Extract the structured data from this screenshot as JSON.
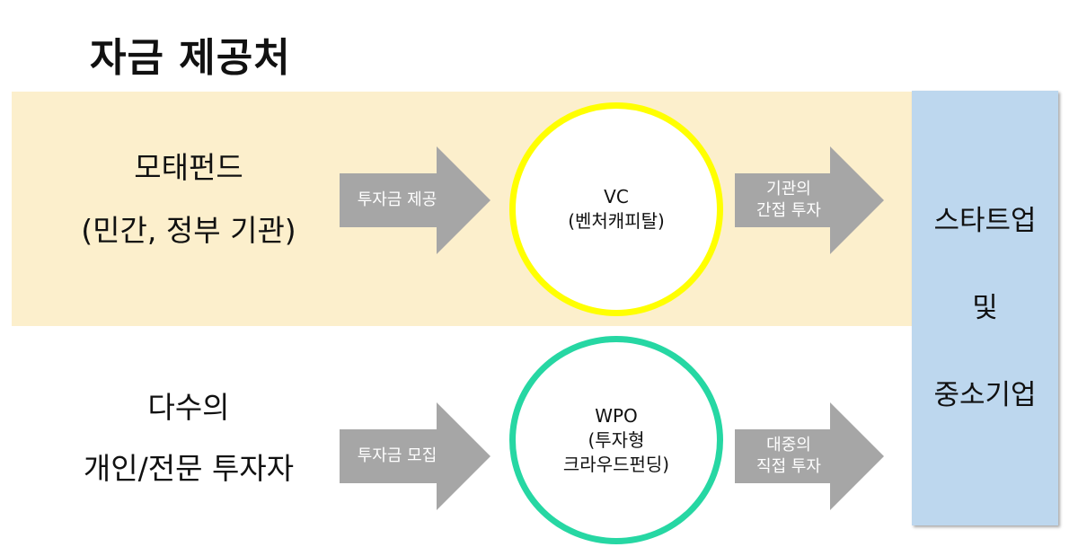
{
  "title": "자금 제공처",
  "colors": {
    "top_band": "#FCEFCC",
    "target_box": "#BDD7EE",
    "arrow": "#A6A6A6",
    "vc_ring": "#FFFF00",
    "wpo_ring": "#26D7A3"
  },
  "sources": {
    "top": {
      "line1": "모태펀드",
      "line2": "(민간, 정부 기관)"
    },
    "bottom": {
      "line1": "다수의",
      "line2": "개인/전문 투자자"
    }
  },
  "arrows": {
    "top_left": {
      "line1": "투자금 제공"
    },
    "top_right": {
      "line1": "기관의",
      "line2": "간접 투자"
    },
    "bottom_left": {
      "line1": "투자금 모집"
    },
    "bottom_right": {
      "line1": "대중의",
      "line2": "직접 투자"
    }
  },
  "intermediaries": {
    "vc": {
      "line1": "VC",
      "line2": "(벤처캐피탈)"
    },
    "wpo": {
      "line1": "WPO",
      "line2": "(투자형",
      "line3": "크라우드펀딩)"
    }
  },
  "target": {
    "line1": "스타트업",
    "line2": "및",
    "line3": "중소기업"
  }
}
